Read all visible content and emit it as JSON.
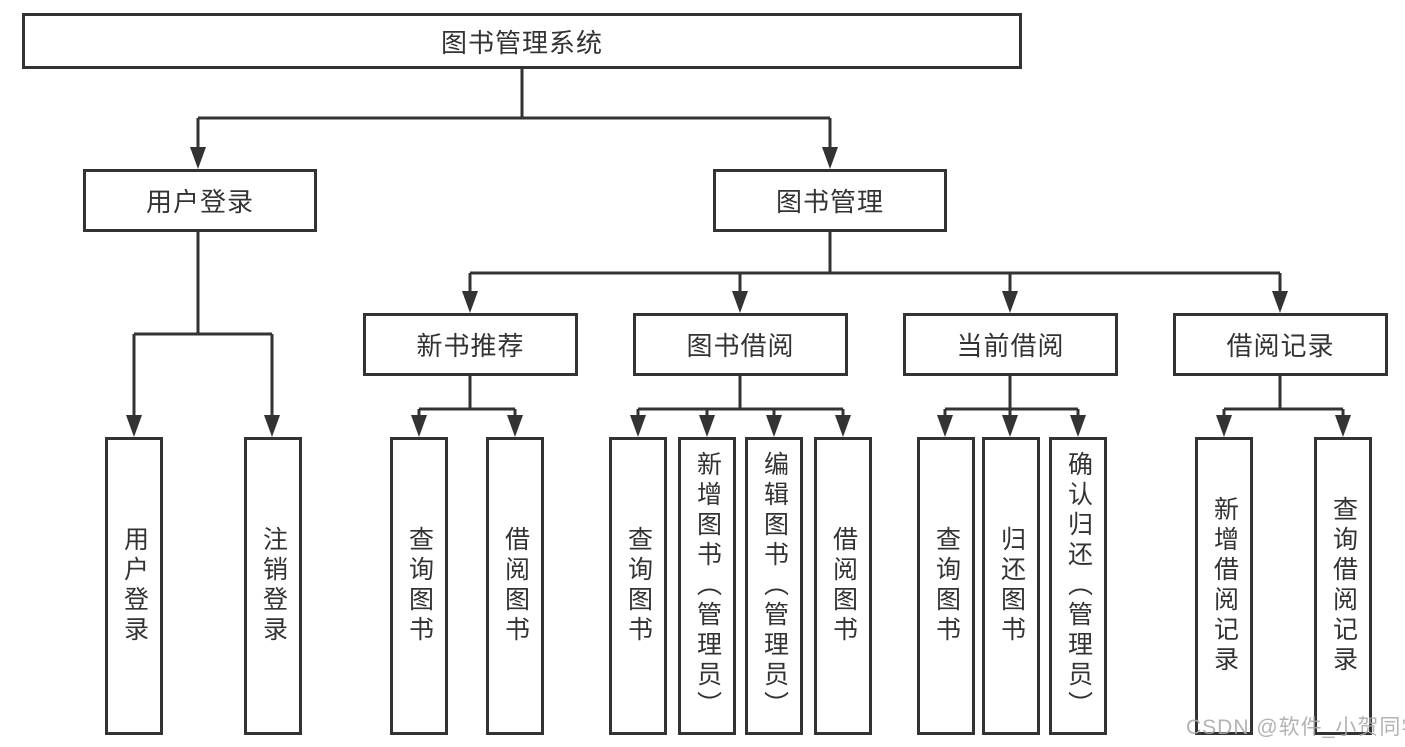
{
  "diagram": {
    "title": "图书管理系统",
    "watermark": "CSDN @软件_小贺同学",
    "colors": {
      "line": "#333333",
      "box_border": "#333333",
      "text": "#333333",
      "watermark": "#a9a9a9",
      "background": "#ffffff"
    },
    "tree": {
      "root": "图书管理系统",
      "children": [
        {
          "label": "用户登录",
          "children": [
            "用户登录",
            "注销登录"
          ]
        },
        {
          "label": "图书管理",
          "children": [
            {
              "label": "新书推荐",
              "children": [
                "查询图书",
                "借阅图书"
              ]
            },
            {
              "label": "图书借阅",
              "children": [
                "查询图书",
                "新增图书（管理员）",
                "编辑图书（管理员）",
                "借阅图书"
              ]
            },
            {
              "label": "当前借阅",
              "children": [
                "查询图书",
                "归还图书",
                "确认归还（管理员）"
              ]
            },
            {
              "label": "借阅记录",
              "children": [
                "新增借阅记录",
                "查询借阅记录"
              ]
            }
          ]
        }
      ]
    }
  }
}
